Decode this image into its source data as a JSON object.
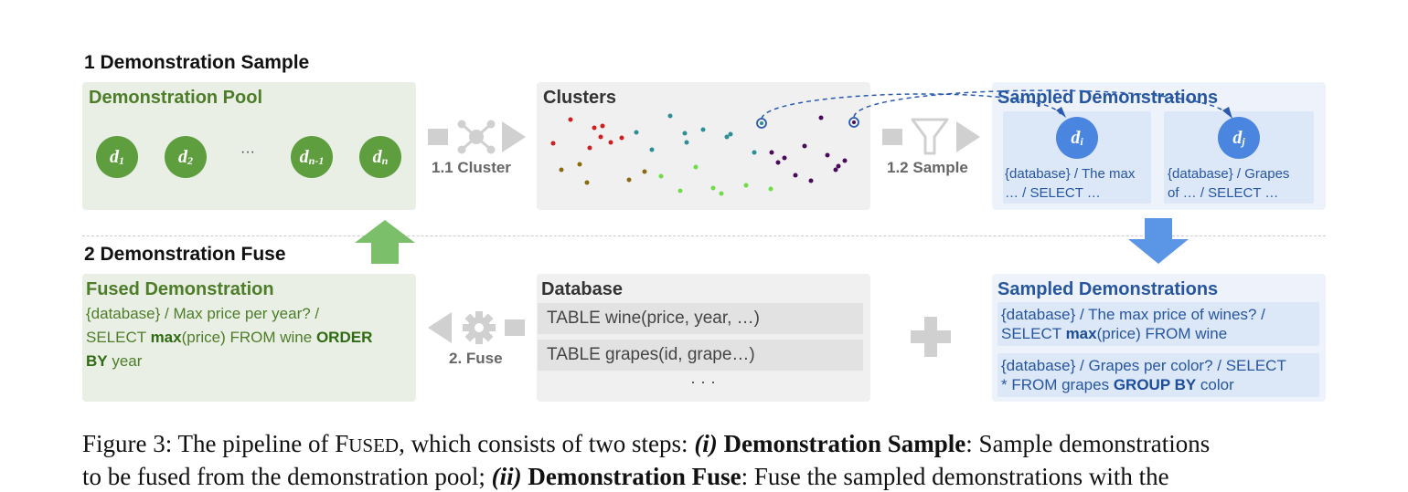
{
  "step1": {
    "title": "1 Demonstration Sample",
    "pool": {
      "title": "Demonstration Pool",
      "nodes": [
        {
          "base": "d",
          "sub": "1"
        },
        {
          "base": "d",
          "sub": "2"
        },
        {
          "base": "d",
          "sub": "n-1"
        },
        {
          "base": "d",
          "sub": "n"
        }
      ],
      "ellipsis": "···"
    },
    "cluster_label": "1.1 Cluster",
    "clusters_title": "Clusters",
    "sample_label": "1.2 Sample",
    "sampled": {
      "title": "Sampled Demonstrations",
      "cards": [
        {
          "node": {
            "base": "d",
            "sub": "i"
          },
          "line1": "{database} / The max",
          "line2": "… / SELECT …"
        },
        {
          "node": {
            "base": "d",
            "sub": "j"
          },
          "line1": "{database} / Grapes",
          "line2": "of … / SELECT …"
        }
      ]
    }
  },
  "step2": {
    "title": "2 Demonstration Fuse",
    "fused": {
      "title": "Fused Demonstration",
      "line1": "{database} / Max price per year? /",
      "line2_pre": "SELECT ",
      "line2_kw1": "max",
      "line2_mid": "(price) FROM wine ",
      "line2_kw2": "ORDER",
      "line3_kw": "BY",
      "line3_post": " year"
    },
    "fuse_label": "2. Fuse",
    "database": {
      "title": "Database",
      "rows": [
        "TABLE wine(price, year, …)",
        "TABLE grapes(id, grape…)"
      ],
      "ellipsis": "· · ·"
    },
    "sampled": {
      "title": "Sampled Demonstrations",
      "demo1_line1": "{database} / The max price of wines? /",
      "demo1_line2_pre": "SELECT ",
      "demo1_line2_kw": "max",
      "demo1_line2_post": "(price) FROM wine",
      "demo2_line1": "{database} / Grapes per color? / SELECT",
      "demo2_line2_pre": "* FROM grapes ",
      "demo2_line2_kw": "GROUP BY",
      "demo2_line2_post": " color"
    }
  },
  "caption": {
    "line1_a": "Figure 3: The pipeline of F",
    "line1_sc": "USED",
    "line1_b": ", which consists of two steps: ",
    "line1_i": "(i)",
    "line1_bold": " Demonstration Sample",
    "line1_c": ": Sample demonstrations",
    "line2_a": "to be fused from the demonstration pool; ",
    "line2_ii": "(ii)",
    "line2_bold": " Demonstration Fuse",
    "line2_c": ": Fuse the sampled demonstrations with the"
  },
  "colors": {
    "green": "#5e9e3f",
    "green_panel": "#e9efe4",
    "blue": "#4a86e0",
    "blue_panel": "#eef3fb",
    "gray_panel": "#f0f0f0",
    "arrow_gray": "#d0d0d0",
    "up_arrow": "#7cbf6a",
    "down_arrow": "#5b95e6"
  }
}
